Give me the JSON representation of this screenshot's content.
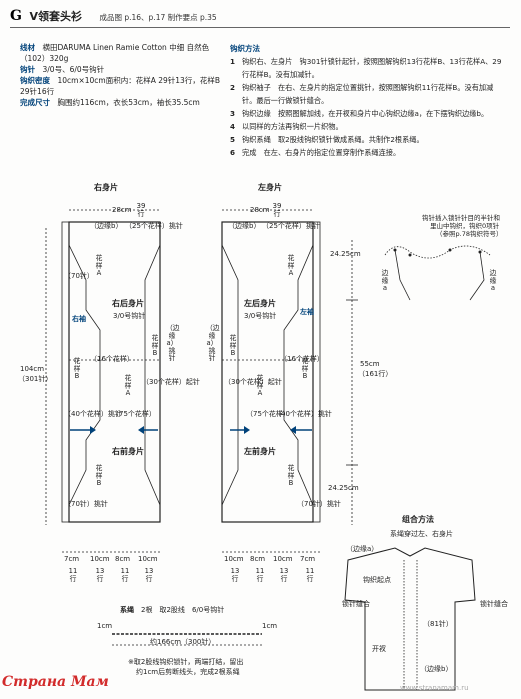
{
  "header": {
    "letter": "G",
    "title": "V领套头衫",
    "ref": "成品图 p.16、p.17  制作要点 p.35"
  },
  "materials": [
    {
      "k": "线材",
      "v": "横田DARUMA Linen Ramie Cotton 中细 自然色（102）320g"
    },
    {
      "k": "钩针",
      "v": "3/0号、6/0号钩针"
    },
    {
      "k": "钩织密度",
      "v": "10cm×10cm面积内：花样A 29针13行，花样B 29针16行"
    },
    {
      "k": "完成尺寸",
      "v": "胸围约116cm，衣长53cm，袖长35.5cm"
    }
  ],
  "method_title": "钩织方法",
  "method": [
    {
      "n": "1",
      "t": "钩织右、左身片　钩301针锁针起针，按照图解钩织13行花样B、13行花样A、29行花样B。没有加减针。"
    },
    {
      "n": "2",
      "t": "钩织袖子　在右、左身片的指定位置挑针，按照图解钩织11行花样B。没有加减针。最后一行做锁针缝合。"
    },
    {
      "n": "3",
      "t": "钩织边缘　按照图解加线，在开衩和身片中心钩织边缘a，在下摆钩织边缘b。"
    },
    {
      "n": "4",
      "t": "以同样的方法再钩织一片织物。"
    },
    {
      "n": "5",
      "t": "钩织系绳　取2股线钩织锁针做成系绳。共制作2根系绳。"
    },
    {
      "n": "6",
      "t": "完成　在左、右身片的指定位置穿制作系绳连接。"
    }
  ],
  "right_piece": {
    "title": "右身片",
    "width": "28cm",
    "rows": "39行",
    "edge_b": "（边缘b）",
    "pick": "（25个花样）挑针",
    "sleeve": "右袖",
    "back": "右后身片",
    "front": "右前身片",
    "hook": "3/0号钩针",
    "chainup": "（30个花样）起针",
    "pick40": "（40个花样）挑针",
    "pick75": "（75个花样）",
    "pick70": "（70针）挑针",
    "pattA": "花样A",
    "pattB": "花样B",
    "pick16": "（16个花样）",
    "a_pick": "（边缘a）挑针"
  },
  "left_piece": {
    "title": "左身片",
    "width": "28cm",
    "rows": "39行",
    "edge_b": "（边缘b）",
    "pick": "（25个花样）挑针",
    "sleeve": "左袖",
    "back": "左后身片",
    "front": "左前身片",
    "hook": "3/0号钩针",
    "chainup": "（30个花样）起针",
    "pick40": "（40个花样）挑针",
    "pick75": "（75个花样）",
    "pick70": "（70针）挑针",
    "pattA": "花样A",
    "pattB": "花样B",
    "pick16": "（16个花样）",
    "a_pick": "（边缘a）挑针"
  },
  "dims": {
    "len": "104cm",
    "len_st": "（301针）",
    "d55": "55cm",
    "d55r": "（161行）",
    "d2425a": "24.25cm",
    "d2425b": "24.25cm",
    "st70": "（70针）",
    "bottom_r": [
      {
        "cm": "7cm",
        "r": "11行"
      },
      {
        "cm": "10cm",
        "r": "13行"
      },
      {
        "cm": "8cm",
        "r": "11行"
      },
      {
        "cm": "10cm",
        "r": "13行"
      }
    ],
    "bottom_l": [
      {
        "cm": "10cm",
        "r": "13行"
      },
      {
        "cm": "8cm",
        "r": "11行"
      },
      {
        "cm": "10cm",
        "r": "13行"
      },
      {
        "cm": "7cm",
        "r": "11行"
      }
    ]
  },
  "tie_note": {
    "a": "钩针插入锁针针目的半针和",
    "b": "里山中钩织，钩织0项针",
    "c": "（参照p.78钩织符号）"
  },
  "edge_a": "边缘a",
  "cord": {
    "label": "系绳",
    "qty": "2根",
    "yarn": "取2股线",
    "hook": "6/0号钩针",
    "cm": "1cm",
    "len": "约166cm（300针）",
    "note1": "※取2股线钩织锁针，两端打结，留出",
    "note2": "约1cm后剪断线头，完成2根系绳"
  },
  "assembly": {
    "title": "组合方法",
    "thread": "系绳穿过左、右身片",
    "edge_a": "（边缘a）",
    "start": "钩织起点",
    "seam": "锁针缝合",
    "open": "开衩",
    "st81": "（81针）",
    "b": "（边缘b）"
  },
  "footer": {
    "logo": "Страна Мам",
    "wm": "www.stranamam.ru"
  }
}
